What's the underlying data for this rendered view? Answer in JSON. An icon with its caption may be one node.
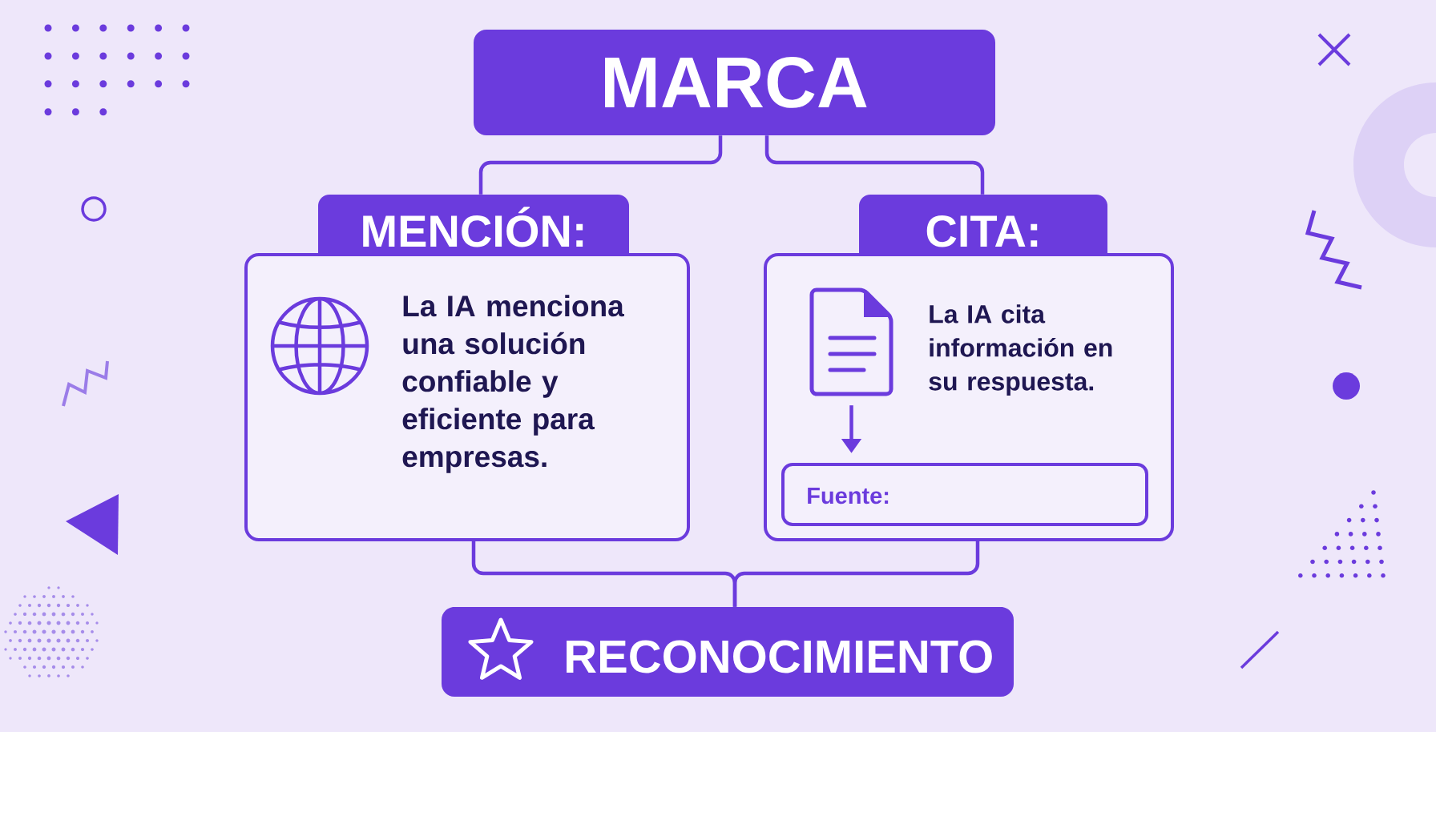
{
  "diagram": {
    "nodes": [
      {
        "text": [
          "MARCA"
        ]
      },
      {
        "text": [
          "MENCIÓN:",
          "La IA menciona una solución confiable y eficiente para empresas."
        ]
      },
      {
        "text": [
          "CITA:",
          "La IA cita información en su respuesta."
        ]
      },
      {
        "text": [],
        "shape": "document",
        "in": 2
      },
      {
        "text": [
          "Fuente:"
        ],
        "in": 2
      },
      {
        "text": [
          "RECONOCIMIENTO"
        ]
      }
    ],
    "edges": [
      {
        "from": 0,
        "to": 1,
        "arrow": "none"
      },
      {
        "from": 0,
        "to": 2,
        "arrow": "none"
      },
      {
        "from": 1,
        "to": 5,
        "arrow": "none"
      },
      {
        "from": 2,
        "to": 5,
        "arrow": "none"
      },
      {
        "from": 3,
        "to": 4,
        "arrow": "to"
      }
    ]
  }
}
